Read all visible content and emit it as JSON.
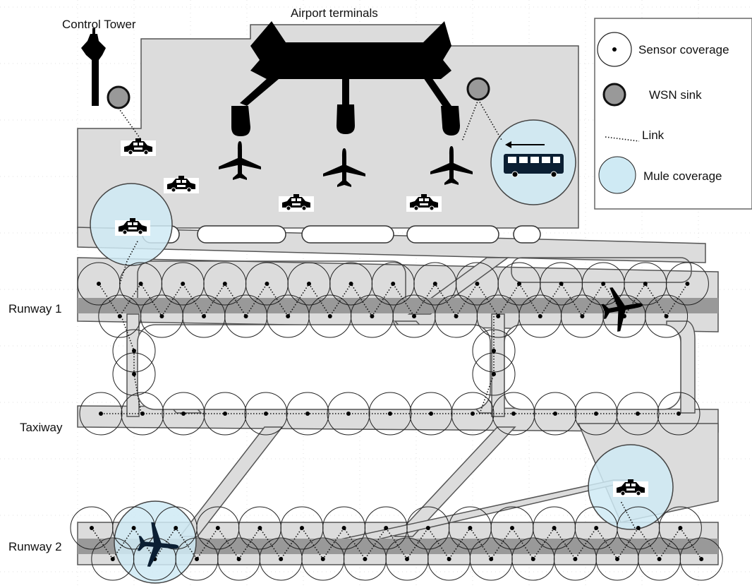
{
  "labels": {
    "control_tower": "Control Tower",
    "terminals": "Airport terminals",
    "runway1": "Runway 1",
    "taxiway": "Taxiway",
    "runway2": "Runway 2"
  },
  "legend": {
    "sensor": "Sensor coverage",
    "sink": "WSN sink",
    "link": "Link",
    "mule": "Mule coverage"
  },
  "colors": {
    "apron": "#dcdcdc",
    "runway": "#999999",
    "mule": "#cfeaf4",
    "sink": "#999999",
    "terminal": "#000000"
  },
  "icons": [
    "control-tower-icon",
    "terminal-icon",
    "airplane-icon",
    "taxi-icon",
    "bus-icon",
    "sensor-node-icon"
  ]
}
